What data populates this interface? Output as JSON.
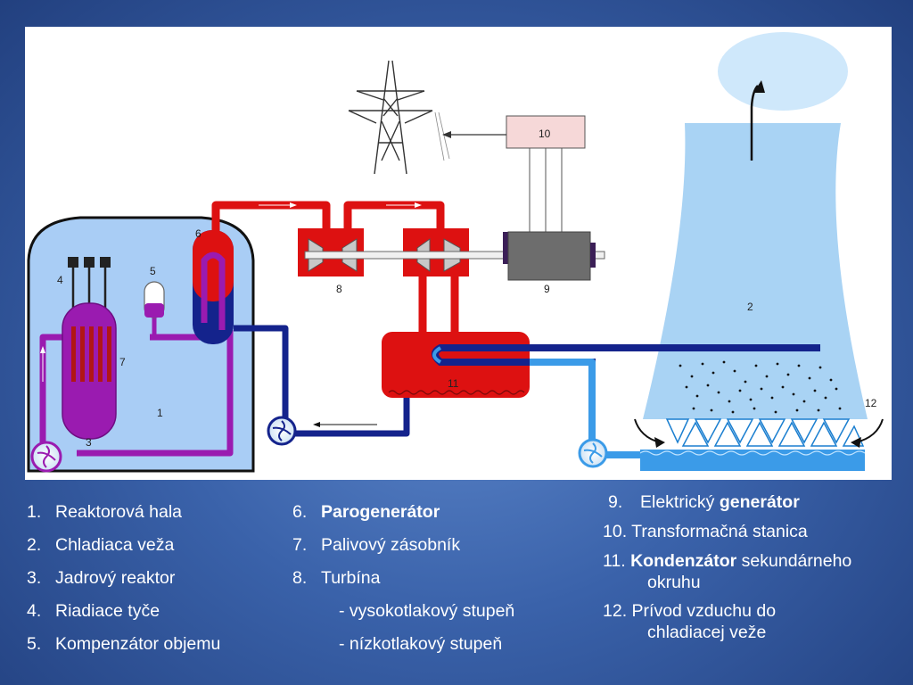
{
  "diagram": {
    "labels": {
      "n1": "1",
      "n2": "2",
      "n3": "3",
      "n4": "4",
      "n5": "5",
      "n6": "6",
      "n7": "7",
      "n8": "8",
      "n9": "9",
      "n10": "10",
      "n11": "11",
      "n12": "12"
    },
    "colors": {
      "primary_loop": "#9a1bb0",
      "secondary_hot": "#dd1111",
      "secondary_cold": "#14238c",
      "cooling_water": "#3b9be8",
      "hall": "#a9cdf5",
      "tower": "#a9d3f4",
      "generator": "#6d6d6d",
      "transformer": "#f6d8d8"
    }
  },
  "legend": {
    "col1": [
      {
        "num": "1.",
        "text": "Reaktorová hala"
      },
      {
        "num": "2.",
        "text": "Chladiaca veža"
      },
      {
        "num": "3.",
        "text": "Jadrový reaktor"
      },
      {
        "num": "4.",
        "text": "Riadiace tyče"
      },
      {
        "num": "5.",
        "text": "Kompenzátor objemu"
      }
    ],
    "col2": [
      {
        "num": "6.",
        "text_bold": "Parogenerátor"
      },
      {
        "num": "7.",
        "text": "Palivový zásobník"
      },
      {
        "num": "8.",
        "text": "Turbína"
      },
      {
        "sub": "- vysokotlakový stupeň"
      },
      {
        "sub": "- nízkotlakový stupeň"
      }
    ],
    "col3": {
      "r9_num": "9.",
      "r9_text": "Elektrický ",
      "r9_bold": "generátor",
      "r10": "10. Transformačná stanica",
      "r11_num": "11. ",
      "r11_bold": "Kondenzátor",
      "r11_text": " sekundárneho",
      "r11_cont": "okruhu",
      "r12": "12. Prívod vzduchu do",
      "r12_cont": "chladiacej veže"
    }
  }
}
